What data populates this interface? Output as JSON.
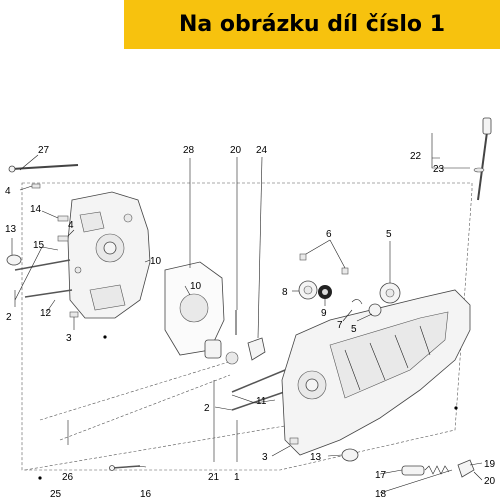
{
  "banner": {
    "text": "Na obrázku díl číslo 1",
    "background": "#f7c20e"
  },
  "callouts": [
    "27",
    "28",
    "20",
    "24",
    "22",
    "23",
    "4",
    "14",
    "4",
    "13",
    "15",
    "10",
    "10",
    "6",
    "5",
    "8",
    "9",
    "7",
    "5",
    "2",
    "12",
    "3",
    "11",
    "2",
    "3",
    "13",
    "17",
    "18",
    "19",
    "20",
    "26",
    "25",
    "16",
    "21",
    "1"
  ]
}
